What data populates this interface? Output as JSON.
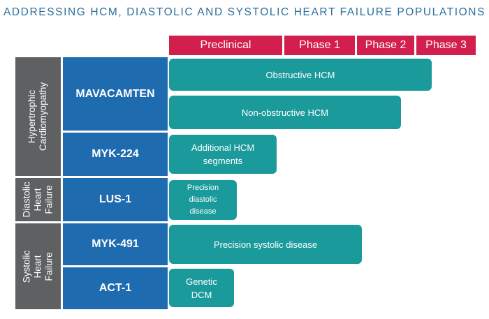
{
  "title": "ADDRESSING HCM, DIASTOLIC AND SYSTOLIC HEART FAILURE POPULATIONS",
  "phases": [
    "Preclinical",
    "Phase 1",
    "Phase 2",
    "Phase 3"
  ],
  "categories": [
    "Hypertrophic\nCardiomyopathy",
    "Diastolic\nHeart\nFailure",
    "Systolic\nHeart\nFailure"
  ],
  "programs": [
    "MAVACAMTEN",
    "MYK-224",
    "LUS-1",
    "MYK-491",
    "ACT-1"
  ],
  "indications": [
    "Obstructive HCM",
    "Non-obstructive HCM",
    "Additional HCM\nsegments",
    "Precision\ndiastolic\ndisease",
    "Precision systolic disease",
    "Genetic\nDCM"
  ],
  "colors": {
    "title": "#2b6f9c",
    "phase_header": "#d21f4d",
    "category": "#5f6062",
    "program": "#1e6bb0",
    "progress_bar": "#1b9a9c"
  }
}
